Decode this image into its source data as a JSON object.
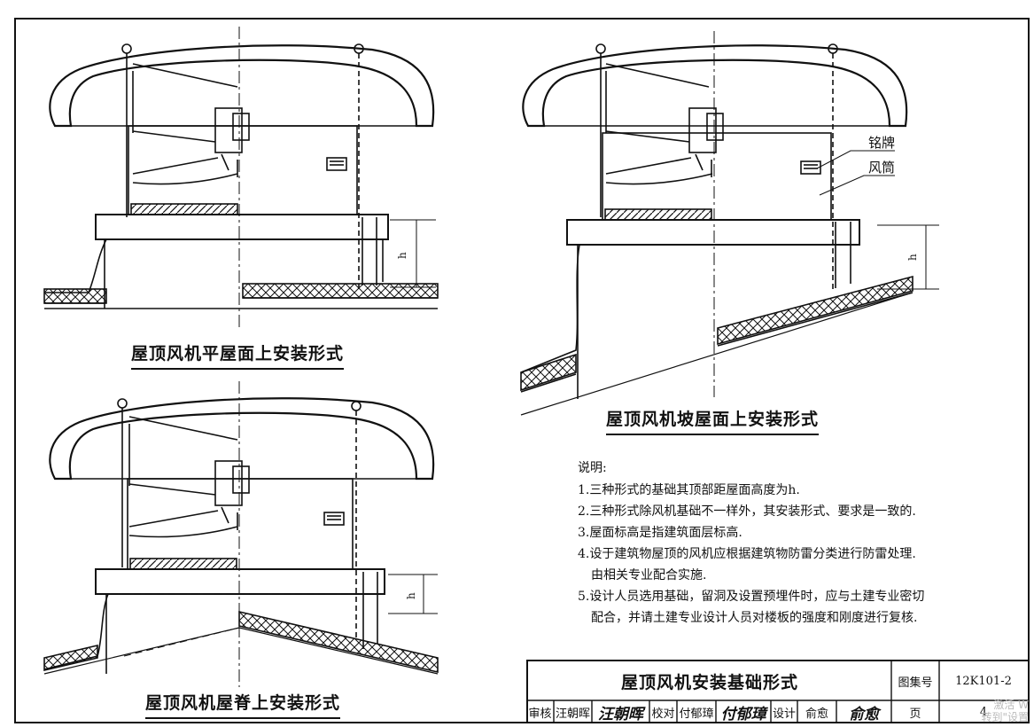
{
  "drawing": {
    "views": [
      {
        "id": "flat",
        "caption": "屋顶风机平屋面上安装形式"
      },
      {
        "id": "slope",
        "caption": "屋顶风机坡屋面上安装形式"
      },
      {
        "id": "ridge",
        "caption": "屋顶风机屋脊上安装形式"
      }
    ],
    "labels": {
      "nameplate": "铭牌",
      "duct": "风筒",
      "dimension": "h"
    }
  },
  "notes": {
    "title": "说明:",
    "items": [
      {
        "text": "1.三种形式的基础其顶部距屋面高度为h.",
        "cont": ""
      },
      {
        "text": "2.三种形式除风机基础不一样外，其安装形式、要求是一致的.",
        "cont": ""
      },
      {
        "text": "3.屋面标高是指建筑面层标高.",
        "cont": ""
      },
      {
        "text": "4.设于建筑物屋顶的风机应根据建筑物防雷分类进行防雷处理.",
        "cont": "由相关专业配合实施."
      },
      {
        "text": "5.设计人员选用基础，留洞及设置预埋件时，应与土建专业密切",
        "cont": "配合，并请土建专业设计人员对楼板的强度和刚度进行复核."
      }
    ]
  },
  "title_block": {
    "title": "屋顶风机安装基础形式",
    "atlas_label": "图集号",
    "atlas_no": "12K101-2",
    "page_label": "页",
    "page_no": "4",
    "review_label": "审核",
    "reviewer": "汪朝晖",
    "reviewer_sig": "汪朝晖",
    "check_label": "校对",
    "checker": "付郁璋",
    "checker_sig": "付郁璋",
    "design_label": "设计",
    "designer": "俞愈",
    "designer_sig": "俞愈"
  },
  "watermark": {
    "line1": "激活 W",
    "line2": "转到\"设置"
  }
}
